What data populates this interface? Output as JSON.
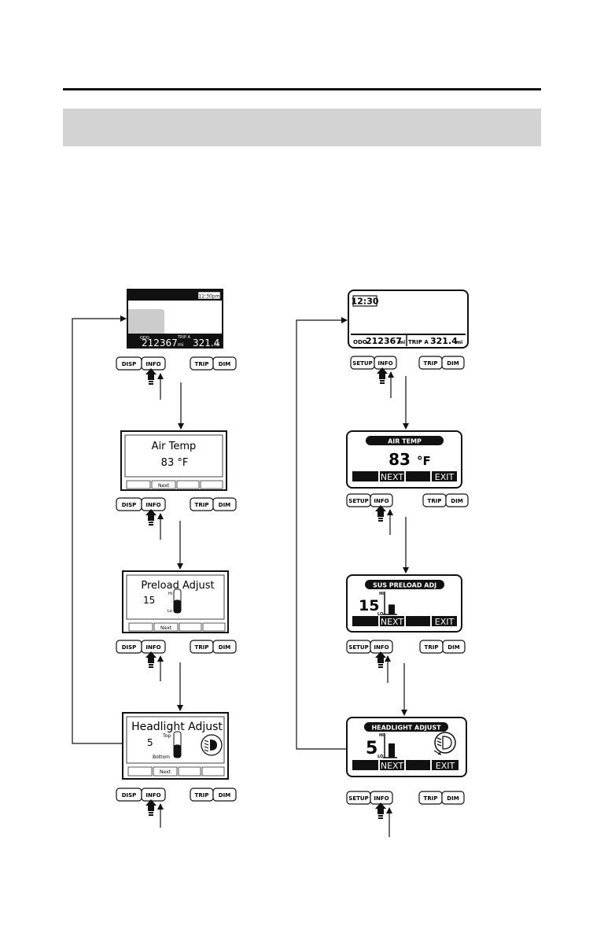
{
  "left_column": {
    "buttons": {
      "disp": "DISP",
      "info": "INFO",
      "trip": "TRIP",
      "dim": "DIM"
    },
    "screen1": {
      "clock": "12:30pm",
      "odo_label": "ODO",
      "odo_value": "212367",
      "odo_unit": "mi",
      "trip_label": "TRIP A",
      "trip_value": "321.4",
      "trip_unit": "mi"
    },
    "screen2": {
      "title": "Air Temp",
      "value": "83 °F",
      "soft_key": "Next"
    },
    "screen3": {
      "title": "Preload Adjust",
      "value": "15",
      "hi": "Hi",
      "lo": "Lo",
      "level": 0.55,
      "soft_key": "Next"
    },
    "screen4": {
      "title": "Headlight Adjust",
      "value": "5",
      "top": "Top",
      "bottom": "Bottom",
      "level": 0.5,
      "soft_key": "Next"
    }
  },
  "right_column": {
    "buttons": {
      "setup": "SETUP",
      "info": "INFO",
      "trip": "TRIP",
      "dim": "DIM"
    },
    "screen1": {
      "clock": "12:30",
      "odo_label": "ODO",
      "odo_value": "212367",
      "odo_unit": "mi",
      "trip_label": "TRIP A",
      "trip_value": "321.4",
      "trip_unit": "mi"
    },
    "screen2": {
      "title": "AIR TEMP",
      "value": "83",
      "unit": "°F",
      "next": "NEXT",
      "exit": "EXIT"
    },
    "screen3": {
      "title": "SUS PRELOAD ADJ",
      "value": "15",
      "hi": "HI",
      "lo": "LO",
      "level": 0.45,
      "next": "NEXT",
      "exit": "EXIT"
    },
    "screen4": {
      "title": "HEADLIGHT ADJUST",
      "value": "5",
      "hi": "HI",
      "lo": "LO",
      "level": 0.6,
      "next": "NEXT",
      "exit": "EXIT"
    }
  }
}
